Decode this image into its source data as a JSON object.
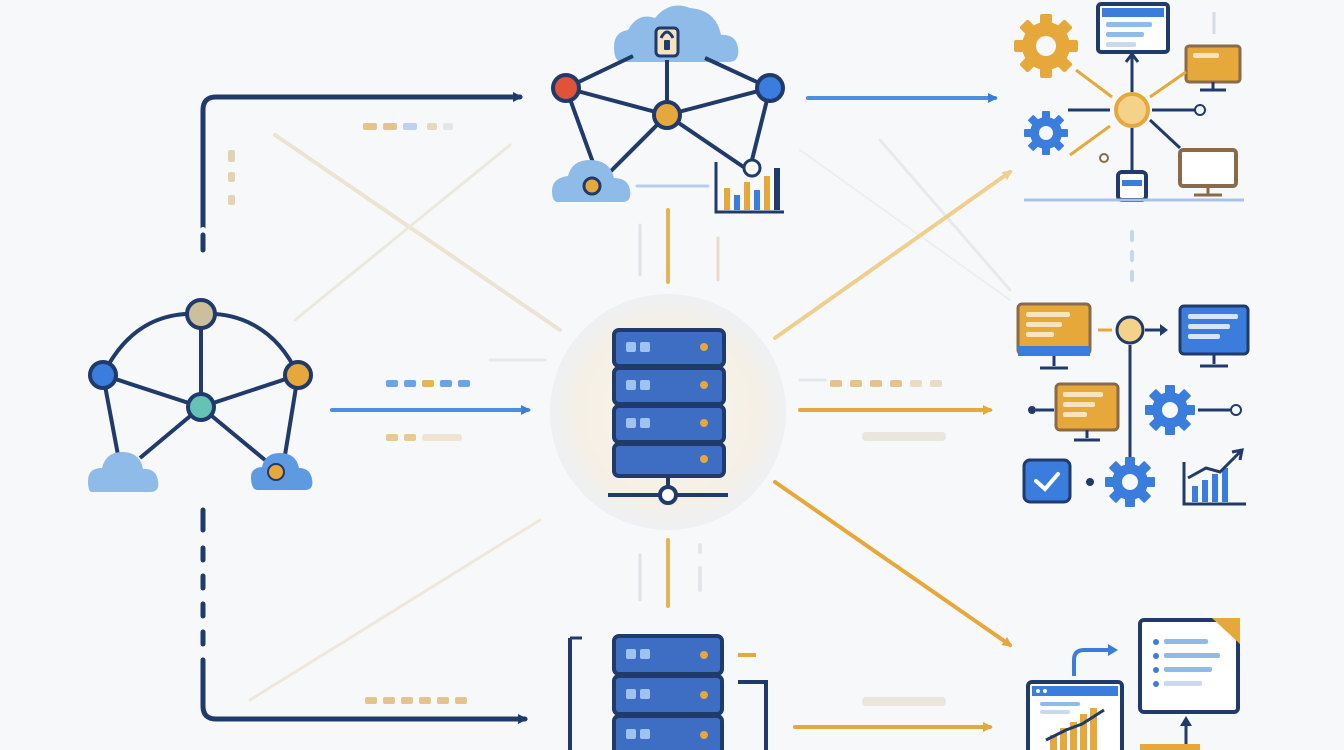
{
  "colors": {
    "navy": "#1f3a6b",
    "blue": "#3b7ddd",
    "light_blue": "#7fb0ec",
    "cloud_blue": "#8fbbe9",
    "gold": "#e6a83a",
    "gold_light": "#efcf8e",
    "red": "#e0533a",
    "teal": "#66c2b4",
    "tan": "#cbbf9c",
    "brown": "#8a6a48",
    "background": "#f7f8fa"
  },
  "nodes": [
    {
      "id": "source-network",
      "icon": "network-cloud-icon"
    },
    {
      "id": "cloud-network",
      "icon": "cloud-lock-network-icon"
    },
    {
      "id": "central-server",
      "icon": "server-rack-icon"
    },
    {
      "id": "storage-server",
      "icon": "server-stack-icon"
    },
    {
      "id": "automation-hub",
      "icon": "gear-hub-icon"
    },
    {
      "id": "workstations-cluster",
      "icon": "monitors-gears-icon"
    },
    {
      "id": "reports-dashboard",
      "icon": "document-chart-icon"
    }
  ],
  "connections": [
    {
      "from": "source-network",
      "to": "cloud-network",
      "style": "solid-navy"
    },
    {
      "from": "source-network",
      "to": "central-server",
      "style": "solid-blue"
    },
    {
      "from": "source-network",
      "to": "storage-server",
      "style": "dashed-navy"
    },
    {
      "from": "cloud-network",
      "to": "automation-hub",
      "style": "solid-blue"
    },
    {
      "from": "central-server",
      "to": "automation-hub",
      "style": "gold-light"
    },
    {
      "from": "central-server",
      "to": "workstations-cluster",
      "style": "solid-gold"
    },
    {
      "from": "central-server",
      "to": "reports-dashboard",
      "style": "solid-gold"
    },
    {
      "from": "storage-server",
      "to": "reports-dashboard",
      "style": "solid-gold"
    }
  ]
}
